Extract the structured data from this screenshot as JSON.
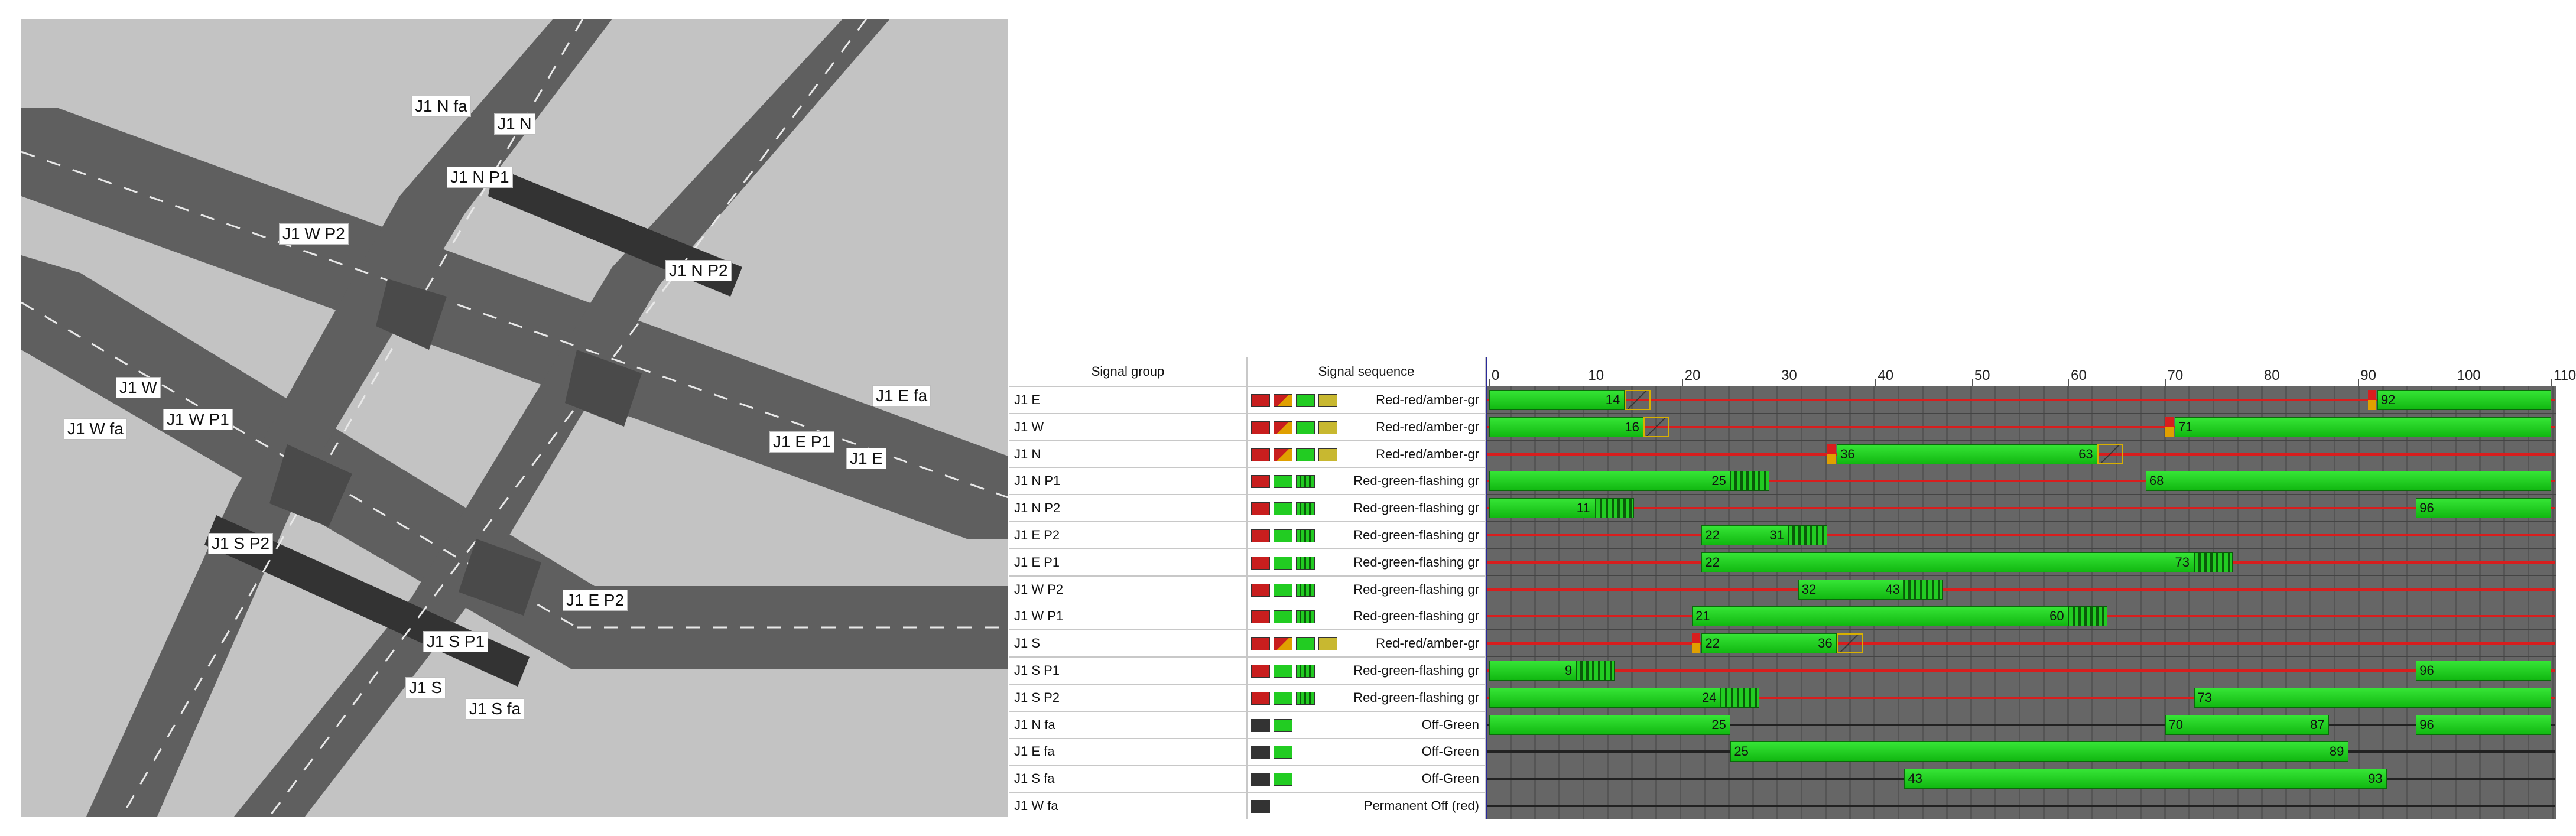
{
  "map": {
    "labels": [
      {
        "name": "label-j1-n-fa",
        "text": "J1 N fa"
      },
      {
        "name": "label-j1-n",
        "text": "J1 N"
      },
      {
        "name": "label-j1-n-p1",
        "text": "J1 N P1"
      },
      {
        "name": "label-j1-w-p2",
        "text": "J1 W P2"
      },
      {
        "name": "label-j1-n-p2",
        "text": "J1 N P2"
      },
      {
        "name": "label-j1-e-fa",
        "text": "J1 E fa"
      },
      {
        "name": "label-j1-w",
        "text": "J1 W"
      },
      {
        "name": "label-j1-w-p1",
        "text": "J1 W P1"
      },
      {
        "name": "label-j1-w-fa",
        "text": "J1 W fa"
      },
      {
        "name": "label-j1-e-p1",
        "text": "J1 E P1"
      },
      {
        "name": "label-j1-e",
        "text": "J1 E"
      },
      {
        "name": "label-j1-s-p2",
        "text": "J1 S P2"
      },
      {
        "name": "label-j1-e-p2",
        "text": "J1 E P2"
      },
      {
        "name": "label-j1-s-p1",
        "text": "J1 S P1"
      },
      {
        "name": "label-j1-s",
        "text": "J1 S"
      },
      {
        "name": "label-j1-s-fa",
        "text": "J1 S fa"
      }
    ]
  },
  "panel": {
    "header_group": "Signal group",
    "header_sequence": "Signal sequence",
    "time_ticks": [
      "0",
      "10",
      "20",
      "30",
      "40",
      "50",
      "60",
      "70",
      "80",
      "90",
      "100",
      "110"
    ],
    "time_max": 110,
    "rows": [
      {
        "group": "J1 E",
        "icons": [
          "red",
          "redamb",
          "green",
          "amber"
        ],
        "sequence": "Red-red/amber-gr",
        "green": [
          [
            0,
            14
          ],
          [
            92,
            110
          ]
        ],
        "amber": [
          14
        ],
        "redamber": [
          91
        ],
        "flash": [],
        "labels": [
          {
            "t": 14,
            "v": "14"
          },
          {
            "t": 92,
            "v": "92"
          }
        ],
        "off": false
      },
      {
        "group": "J1 W",
        "icons": [
          "red",
          "redamb",
          "green",
          "amber"
        ],
        "sequence": "Red-red/amber-gr",
        "green": [
          [
            0,
            16
          ],
          [
            71,
            110
          ]
        ],
        "amber": [
          16
        ],
        "redamber": [
          70
        ],
        "flash": [],
        "labels": [
          {
            "t": 16,
            "v": "16"
          },
          {
            "t": 71,
            "v": "71"
          }
        ],
        "off": false
      },
      {
        "group": "J1 N",
        "icons": [
          "red",
          "redamb",
          "green",
          "amber"
        ],
        "sequence": "Red-red/amber-gr",
        "green": [
          [
            36,
            63
          ]
        ],
        "amber": [
          63
        ],
        "redamber": [
          35
        ],
        "flash": [],
        "labels": [
          {
            "t": 36,
            "v": "36"
          },
          {
            "t": 63,
            "v": "63"
          }
        ],
        "off": false
      },
      {
        "group": "J1 N P1",
        "icons": [
          "red",
          "green",
          "flash"
        ],
        "sequence": "Red-green-flashing gr",
        "green": [
          [
            0,
            25
          ],
          [
            68,
            110
          ]
        ],
        "amber": [],
        "redamber": [],
        "flash": [
          [
            25,
            29
          ]
        ],
        "labels": [
          {
            "t": 25,
            "v": "25"
          },
          {
            "t": 68,
            "v": "68"
          }
        ],
        "off": false
      },
      {
        "group": "J1 N P2",
        "icons": [
          "red",
          "green",
          "flash"
        ],
        "sequence": "Red-green-flashing gr",
        "green": [
          [
            0,
            11
          ],
          [
            96,
            110
          ]
        ],
        "amber": [],
        "redamber": [],
        "flash": [
          [
            11,
            15
          ]
        ],
        "labels": [
          {
            "t": 11,
            "v": "11"
          },
          {
            "t": 96,
            "v": "96"
          }
        ],
        "off": false
      },
      {
        "group": "J1 E P2",
        "icons": [
          "red",
          "green",
          "flash"
        ],
        "sequence": "Red-green-flashing gr",
        "green": [
          [
            22,
            31
          ]
        ],
        "amber": [],
        "redamber": [],
        "flash": [
          [
            31,
            35
          ]
        ],
        "labels": [
          {
            "t": 22,
            "v": "22"
          },
          {
            "t": 31,
            "v": "31"
          }
        ],
        "off": false
      },
      {
        "group": "J1 E P1",
        "icons": [
          "red",
          "green",
          "flash"
        ],
        "sequence": "Red-green-flashing gr",
        "green": [
          [
            22,
            73
          ]
        ],
        "amber": [],
        "redamber": [],
        "flash": [
          [
            73,
            77
          ]
        ],
        "labels": [
          {
            "t": 22,
            "v": "22"
          },
          {
            "t": 73,
            "v": "73"
          }
        ],
        "off": false
      },
      {
        "group": "J1 W P2",
        "icons": [
          "red",
          "green",
          "flash"
        ],
        "sequence": "Red-green-flashing gr",
        "green": [
          [
            32,
            43
          ]
        ],
        "amber": [],
        "redamber": [],
        "flash": [
          [
            43,
            47
          ]
        ],
        "labels": [
          {
            "t": 32,
            "v": "32"
          },
          {
            "t": 43,
            "v": "43"
          }
        ],
        "off": false
      },
      {
        "group": "J1 W P1",
        "icons": [
          "red",
          "green",
          "flash"
        ],
        "sequence": "Red-green-flashing gr",
        "green": [
          [
            21,
            60
          ]
        ],
        "amber": [],
        "redamber": [],
        "flash": [
          [
            60,
            64
          ]
        ],
        "labels": [
          {
            "t": 21,
            "v": "21"
          },
          {
            "t": 60,
            "v": "60"
          }
        ],
        "off": false
      },
      {
        "group": "J1 S",
        "icons": [
          "red",
          "redamb",
          "green",
          "amber"
        ],
        "sequence": "Red-red/amber-gr",
        "green": [
          [
            22,
            36
          ]
        ],
        "amber": [
          36
        ],
        "redamber": [
          21
        ],
        "flash": [],
        "labels": [
          {
            "t": 22,
            "v": "22"
          },
          {
            "t": 36,
            "v": "36"
          }
        ],
        "off": false
      },
      {
        "group": "J1 S P1",
        "icons": [
          "red",
          "green",
          "flash"
        ],
        "sequence": "Red-green-flashing gr",
        "green": [
          [
            0,
            9
          ],
          [
            96,
            110
          ]
        ],
        "amber": [],
        "redamber": [],
        "flash": [
          [
            9,
            13
          ]
        ],
        "labels": [
          {
            "t": 9,
            "v": "9"
          },
          {
            "t": 96,
            "v": "96"
          }
        ],
        "off": false
      },
      {
        "group": "J1 S P2",
        "icons": [
          "red",
          "green",
          "flash"
        ],
        "sequence": "Red-green-flashing gr",
        "green": [
          [
            0,
            24
          ],
          [
            73,
            110
          ]
        ],
        "amber": [],
        "redamber": [],
        "flash": [
          [
            24,
            28
          ]
        ],
        "labels": [
          {
            "t": 24,
            "v": "24"
          },
          {
            "t": 73,
            "v": "73"
          }
        ],
        "off": false
      },
      {
        "group": "J1 N fa",
        "icons": [
          "off",
          "green"
        ],
        "sequence": "Off-Green",
        "green": [
          [
            0,
            25
          ],
          [
            70,
            87
          ],
          [
            96,
            110
          ]
        ],
        "amber": [],
        "redamber": [],
        "flash": [],
        "labels": [
          {
            "t": 25,
            "v": "25"
          },
          {
            "t": 70,
            "v": "70"
          },
          {
            "t": 87,
            "v": "87"
          },
          {
            "t": 96,
            "v": "96"
          }
        ],
        "off": true
      },
      {
        "group": "J1 E fa",
        "icons": [
          "off",
          "green"
        ],
        "sequence": "Off-Green",
        "green": [
          [
            25,
            89
          ]
        ],
        "amber": [],
        "redamber": [],
        "flash": [],
        "labels": [
          {
            "t": 25,
            "v": "25"
          },
          {
            "t": 89,
            "v": "89"
          }
        ],
        "off": true
      },
      {
        "group": "J1 S fa",
        "icons": [
          "off",
          "green"
        ],
        "sequence": "Off-Green",
        "green": [
          [
            43,
            93
          ]
        ],
        "amber": [],
        "redamber": [],
        "flash": [],
        "labels": [
          {
            "t": 43,
            "v": "43"
          },
          {
            "t": 93,
            "v": "93"
          }
        ],
        "off": true
      },
      {
        "group": "J1 W fa",
        "icons": [
          "off"
        ],
        "sequence": "Permanent Off (red)",
        "green": [],
        "amber": [],
        "redamber": [],
        "flash": [],
        "labels": [],
        "off": true
      }
    ]
  }
}
